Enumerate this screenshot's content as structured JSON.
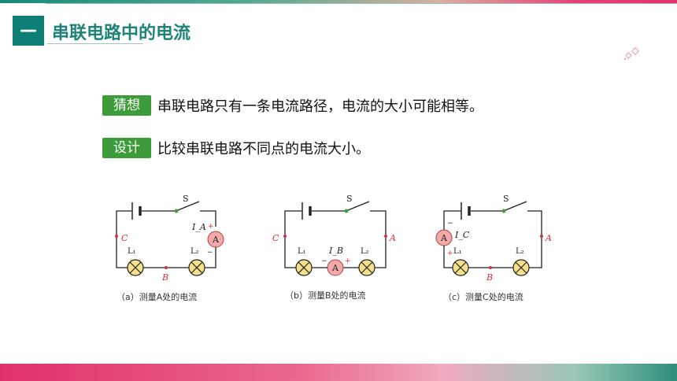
{
  "header": {
    "section_dash": "—",
    "title": "串联电路中的电流"
  },
  "guess": {
    "badge": "猜想",
    "text": "串联电路只有一条电流路径，电流的大小可能相等。"
  },
  "design": {
    "badge": "设计",
    "text": "比较串联电路不同点的电流大小。"
  },
  "circuits": [
    {
      "caption": "（a）测量A处的电流",
      "switch": "S",
      "lamp1": "L₁",
      "lamp2": "L₂",
      "meter": "A",
      "meter_label": "I_A",
      "point_left": "C",
      "point_bottom": "B"
    },
    {
      "caption": "（b）测量B处的电流",
      "switch": "S",
      "lamp1": "L₁",
      "lamp2": "L₂",
      "meter": "A",
      "meter_label": "I_B",
      "point_left": "C",
      "point_right": "A"
    },
    {
      "caption": "（c）测量C处的电流",
      "switch": "S",
      "lamp1": "L₁",
      "lamp2": "L₂",
      "meter": "A",
      "meter_label": "I_C",
      "point_right": "A",
      "point_bottom": "B"
    }
  ],
  "colors": {
    "teal": "#0e7f74",
    "green_badge": "#3c9c3a",
    "meter_fill": "#f2a9a9",
    "lamp_fill": "#f6e08a",
    "red_dot": "#d0303a"
  }
}
